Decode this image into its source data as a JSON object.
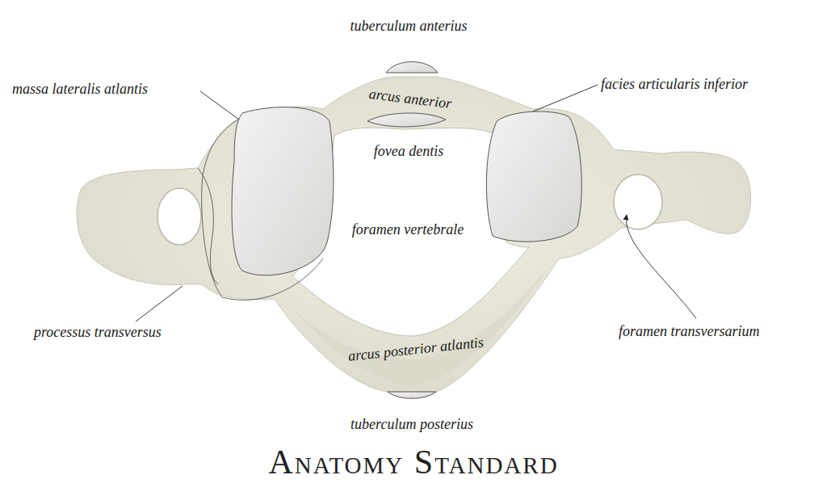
{
  "diagram": {
    "labels": [
      "tuberculum anterius",
      "massa lateralis atlantis",
      "arcus anterior",
      "facies articularis inferior",
      "fovea dentis",
      "foramen vertebrale",
      "processus transversus",
      "foramen transversarium",
      "arcus posterior atlantis",
      "tuberculum posterius",
      "Anatomy Standard"
    ]
  }
}
